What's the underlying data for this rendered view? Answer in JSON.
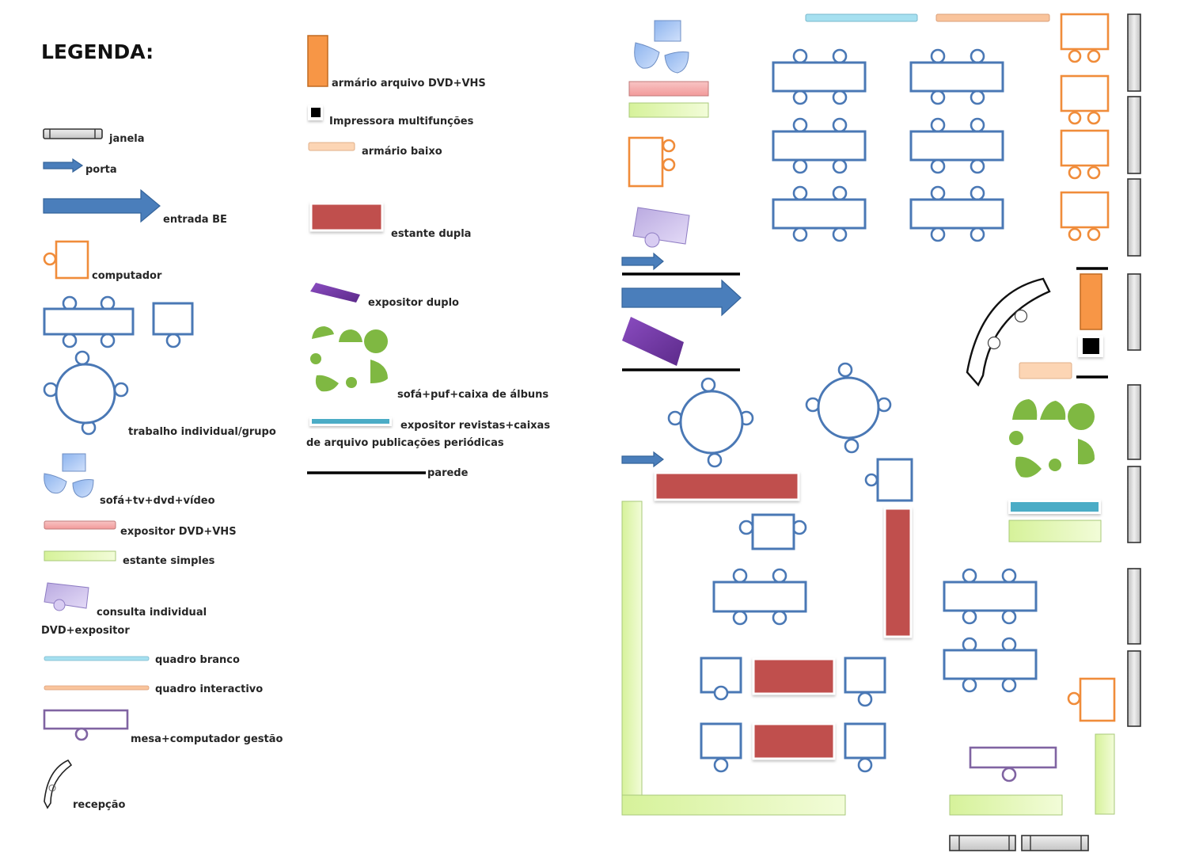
{
  "legend": {
    "title": "LEGENDA:",
    "items": [
      {
        "key": "janela",
        "label": "janela"
      },
      {
        "key": "porta",
        "label": "porta"
      },
      {
        "key": "entrada",
        "label": "entrada BE"
      },
      {
        "key": "computador",
        "label": "computador"
      },
      {
        "key": "trabalho",
        "label": "trabalho individual/grupo"
      },
      {
        "key": "sofa_tv",
        "label": "sofá+tv+dvd+vídeo"
      },
      {
        "key": "expositor_dvd",
        "label": "expositor DVD+VHS"
      },
      {
        "key": "estante_simples",
        "label": "estante simples"
      },
      {
        "key": "consulta",
        "label_line1": "consulta individual",
        "label_line2": "DVD+expositor"
      },
      {
        "key": "quadro_branco",
        "label": "quadro branco"
      },
      {
        "key": "quadro_interactivo",
        "label": "quadro interactivo"
      },
      {
        "key": "mesa_gestao",
        "label": "mesa+computador gestão"
      },
      {
        "key": "recepcao",
        "label": "recepção"
      },
      {
        "key": "armario_arquivo",
        "label": "armário arquivo DVD+VHS"
      },
      {
        "key": "impressora",
        "label": "Impressora multifunções"
      },
      {
        "key": "armario_baixo",
        "label": "armário baixo"
      },
      {
        "key": "estante_dupla",
        "label": "estante dupla"
      },
      {
        "key": "expositor_duplo",
        "label": "expositor duplo"
      },
      {
        "key": "sofa_puf",
        "label": "sofá+puf+caixa de álbuns"
      },
      {
        "key": "expositor_revistas",
        "label_line1": "expositor revistas+caixas",
        "label_line2": "de arquivo publicações periódicas"
      },
      {
        "key": "parede",
        "label": "parede"
      }
    ]
  },
  "colors": {
    "table_blue": "#4a78b5",
    "computer_orange": "#f08c3a",
    "cabinet_orange": "#f79646",
    "double_shelf_red": "#c0504d",
    "single_shelf_green": "#e3f7b8",
    "dvd_display_pink": "#f4a6a6",
    "whiteboard_cyan": "#a6e0f0",
    "interactive_board_peach": "#f9c49c",
    "low_cabinet_peach": "#fcd5b4",
    "double_display_purple": "#7030a0",
    "sofa_green": "#7fb842",
    "magazine_display_teal": "#4bacc6",
    "management_desk_purple": "#8064a2",
    "consult_lilac": "#ccc0e8",
    "sofa_tv_blue": "#a9c6f0",
    "arrow_blue": "#4a7ebb",
    "wall_black": "#000000"
  }
}
